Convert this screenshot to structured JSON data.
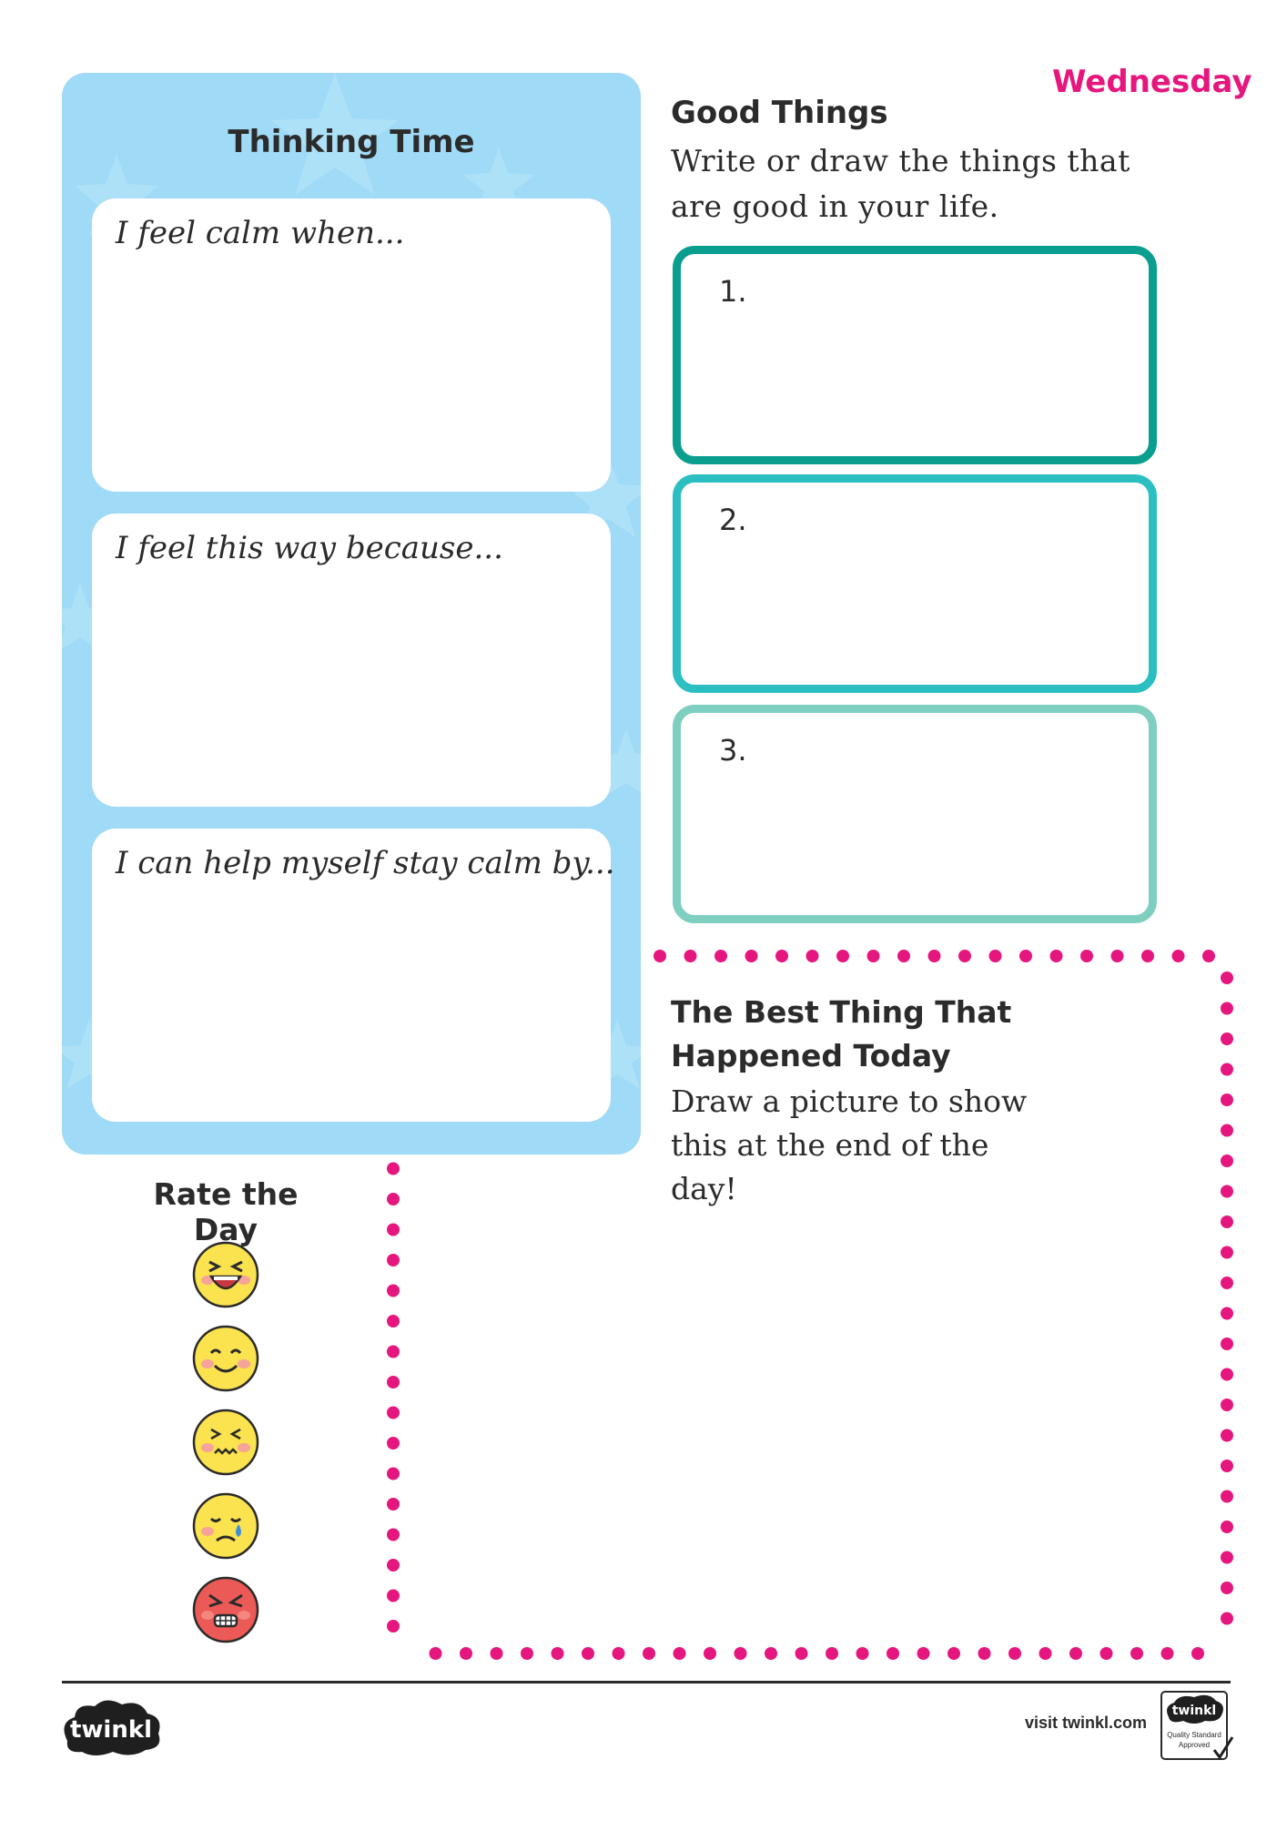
{
  "thinking_time": {
    "title": "Thinking Time",
    "prompts": [
      "I feel calm when...",
      "I feel this way because...",
      "I can help myself stay calm by..."
    ]
  },
  "day": "Wednesday",
  "good_things": {
    "title": "Good Things",
    "description": "Write or draw the things that are good in your life.",
    "items": [
      "1.",
      "2.",
      "3."
    ],
    "border_colors": [
      "#0a9e8f",
      "#2bbfc2",
      "#7fcfc0"
    ]
  },
  "best_thing": {
    "title": "The Best Thing That Happened Today",
    "description": "Draw a picture to show this at the end of the day!",
    "dot_color": "#e5177f"
  },
  "rate_the_day": {
    "title": "Rate the Day",
    "faces": [
      "laughing-face-icon",
      "smiling-face-icon",
      "worried-face-icon",
      "crying-face-icon",
      "angry-face-icon"
    ]
  },
  "footer": {
    "logo_text": "twinkl",
    "visit_text": "visit twinkl.com",
    "badge_brand": "twinkl",
    "badge_line1": "Quality Standard",
    "badge_line2": "Approved"
  }
}
